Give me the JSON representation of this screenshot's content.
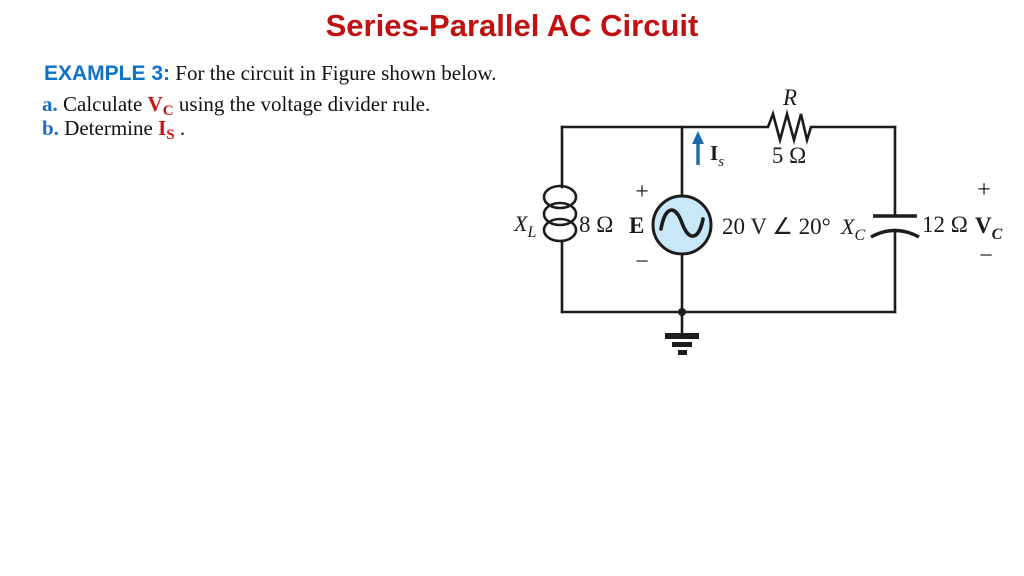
{
  "slide": {
    "title": "Series-Parallel AC Circuit",
    "example": {
      "label": "EXAMPLE 3:",
      "text": "For the circuit in Figure shown below."
    },
    "items": [
      {
        "bullet": "a.",
        "pre": "Calculate",
        "sym": "V",
        "sub": "C",
        "post": "using the voltage divider rule."
      },
      {
        "bullet": "b.",
        "pre": "Determine",
        "sym": "I",
        "sub": "S",
        "post": "."
      }
    ]
  },
  "circuit": {
    "resistor": {
      "sym": "R",
      "value": "5 Ω"
    },
    "inductor": {
      "sym": "X",
      "sub": "L",
      "value": "8 Ω"
    },
    "capacitor": {
      "sym": "X",
      "sub": "C",
      "value": "12 Ω"
    },
    "source": {
      "sym": "E",
      "value": "20 V ∠ 20°",
      "plus": "+",
      "minus": "−"
    },
    "current": {
      "sym": "I",
      "sub": "s"
    },
    "output": {
      "plus": "+",
      "sym": "V",
      "sub": "C",
      "minus": "−"
    }
  },
  "colors": {
    "title_red": "#c01010",
    "example_blue": "#0d72c8",
    "item_blue": "#1e6fc4",
    "variable_red": "#cc1212",
    "circuit_blue": "#1d6ba6",
    "source_fill": "#c9e8f7",
    "line_black": "#1c1c1c"
  }
}
